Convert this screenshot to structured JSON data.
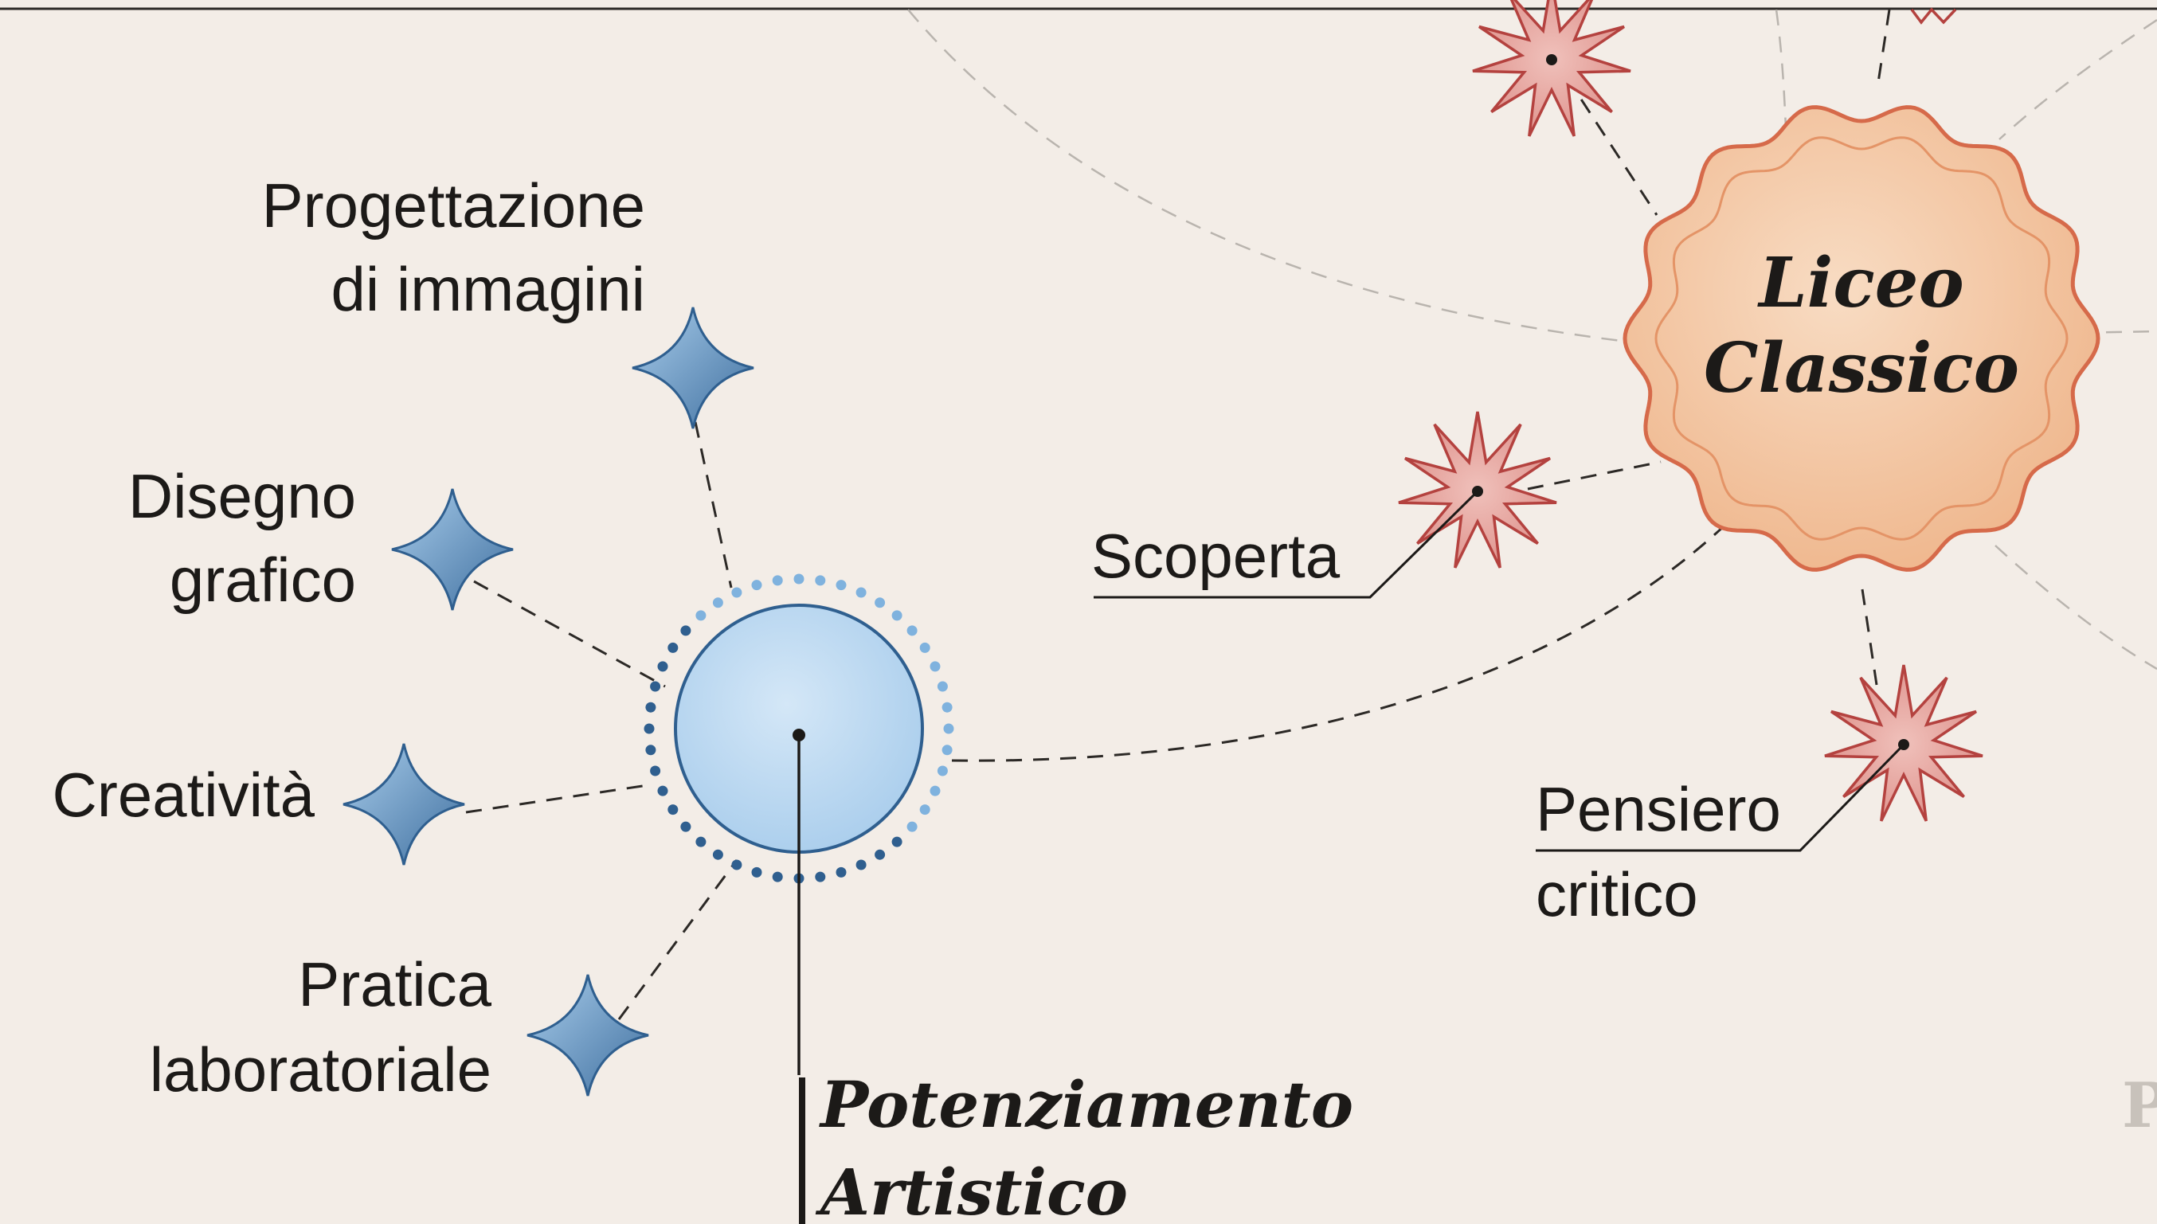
{
  "nodes": {
    "liceo_classico": {
      "line1": "Liceo",
      "line2": "Classico"
    },
    "potenziamento_artistico": {
      "line1": "Potenziamento",
      "line2": "Artistico"
    }
  },
  "skills": {
    "progettazione": {
      "line1": "Progettazione",
      "line2": "di immagini"
    },
    "disegno": {
      "line1": "Disegno",
      "line2": "grafico"
    },
    "creativita": {
      "line1": "Creatività"
    },
    "pratica": {
      "line1": "Pratica",
      "line2": "laboratoriale"
    },
    "scoperta": {
      "line1": "Scoperta"
    },
    "pensiero": {
      "line1": "Pensiero",
      "line2": "critico"
    }
  },
  "edge_label": {
    "partial": "P"
  },
  "colors": {
    "background": "#f3ede7",
    "blue_accent": "#5d8fbf",
    "blue_fill": "#bcd8ef",
    "red_accent": "#c9504a",
    "peach_fill": "#f3c9a4"
  }
}
